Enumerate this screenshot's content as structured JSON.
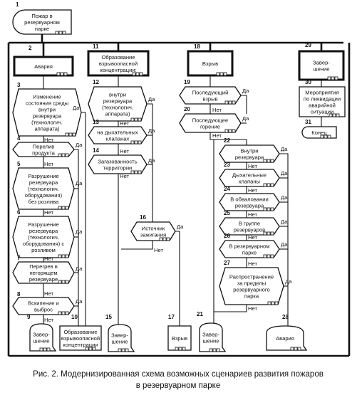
{
  "caption": {
    "line1": "Рис. 2. Модернизированная схема возможных сценариев развития пожаров",
    "line2": "в резервуарном парке"
  },
  "yes": "Да",
  "no": "Нет",
  "blocks": {
    "b1": {
      "num": "1",
      "lines": [
        "Пожар в",
        "резервуарном",
        "парке"
      ]
    },
    "b2": {
      "num": "2",
      "lines": [
        "Авария"
      ]
    },
    "b3": {
      "num": "3",
      "lines": [
        "Изменение",
        "состояния среды",
        "внутри",
        "резервуара",
        "(технологич.",
        "аппарата)"
      ]
    },
    "b4": {
      "num": "4",
      "lines": [
        "Перелив",
        "продукта"
      ]
    },
    "b5": {
      "num": "5",
      "lines": [
        "Разрушение",
        "резервуара",
        "(технологич.",
        "оборудования)",
        "без розлива"
      ]
    },
    "b6": {
      "num": "6",
      "lines": [
        "Разрушение",
        "резервуара",
        "(технологич.",
        "оборудования) с",
        "розливом"
      ]
    },
    "b7": {
      "num": "7",
      "lines": [
        "Перегрев в",
        "негорящем",
        "резервуаре"
      ]
    },
    "b8": {
      "num": "8",
      "lines": [
        "Вскипение и",
        "выброс"
      ]
    },
    "b9": {
      "num": "9",
      "lines": [
        "Завер-",
        "шение"
      ]
    },
    "b10": {
      "num": "10",
      "lines": [
        "Образование",
        "взрывоопасной",
        "концентрации"
      ]
    },
    "b11": {
      "num": "11",
      "lines": [
        "Образование",
        "взрывоопасной",
        "концентрации:"
      ]
    },
    "b12": {
      "num": "12",
      "lines": [
        "внутри",
        "резервуара",
        "(технологич.",
        "аппарата)"
      ]
    },
    "b13": {
      "num": "13",
      "lines": [
        "на дыхательных",
        "клапанах"
      ]
    },
    "b14": {
      "num": "14",
      "lines": [
        "Загазованность",
        "территории"
      ]
    },
    "b15": {
      "num": "15",
      "lines": [
        "Завер-",
        "шение"
      ]
    },
    "b16": {
      "num": "16",
      "lines": [
        "Источник",
        "зажигания"
      ]
    },
    "b17": {
      "num": "17",
      "lines": [
        "Взрыв"
      ]
    },
    "b18": {
      "num": "18",
      "lines": [
        "Взрыв"
      ]
    },
    "b19": {
      "num": "19",
      "lines": [
        "Последующий",
        "взрыв"
      ]
    },
    "b20": {
      "num": "20",
      "lines": [
        "Последующее",
        "горение"
      ]
    },
    "b21": {
      "num": "21",
      "lines": [
        "Завер-",
        "шение"
      ]
    },
    "b22": {
      "num": "22",
      "lines": [
        "Внутри",
        "резервуара"
      ]
    },
    "b23": {
      "num": "23",
      "lines": [
        "Дыхательные",
        "клапаны"
      ]
    },
    "b24": {
      "num": "24",
      "lines": [
        "В обваловании",
        "резервуара"
      ]
    },
    "b25": {
      "num": "25",
      "lines": [
        "В группе",
        "резервуаров"
      ]
    },
    "b26": {
      "num": "26",
      "lines": [
        "В резервуарном",
        "парке"
      ]
    },
    "b27": {
      "num": "27",
      "lines": [
        "Распространение",
        "за пределы",
        "резервуарного",
        "парка"
      ]
    },
    "b28": {
      "num": "28",
      "lines": [
        "Авария"
      ]
    },
    "b29": {
      "num": "29",
      "lines": [
        "Завер-",
        "шение"
      ]
    },
    "b30": {
      "num": "30",
      "lines": [
        "Мероприятия",
        "по ликвидации",
        "аварийной",
        "ситуации"
      ]
    },
    "b31": {
      "num": "31",
      "lines": [
        "Конец"
      ]
    }
  }
}
